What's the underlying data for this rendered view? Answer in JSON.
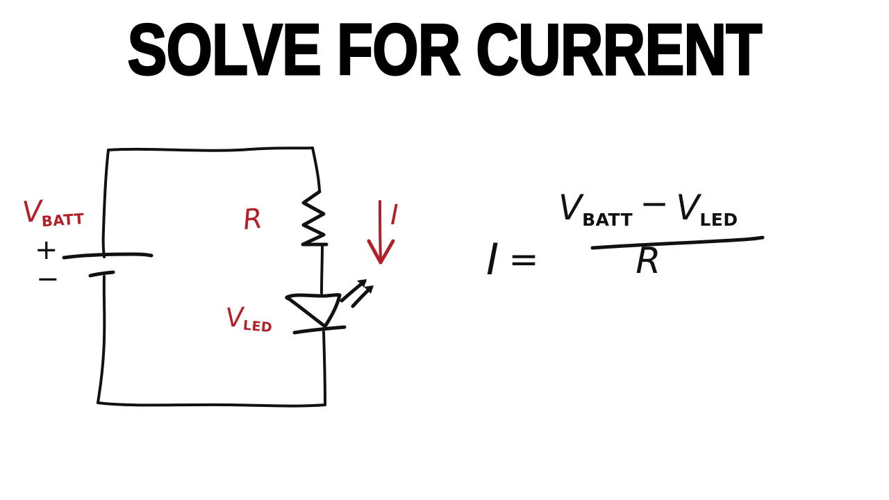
{
  "page": {
    "background_color": "#ffffff",
    "ink_color": "#111111",
    "accent_color": "#b2202a"
  },
  "title": {
    "text": "SOLVE FOR CURRENT"
  },
  "circuit": {
    "battery": {
      "label": "V",
      "label_subscript": "BATT",
      "positive_sign": "+",
      "negative_sign": "−"
    },
    "resistor": {
      "label": "R"
    },
    "led": {
      "label": "V",
      "label_subscript": "LED"
    },
    "current": {
      "label": "I",
      "arrow_direction": "down"
    }
  },
  "equation": {
    "lhs": "I",
    "equals": "=",
    "numerator": {
      "left_symbol": "V",
      "left_subscript": "BATT",
      "operator": "−",
      "right_symbol": "V",
      "right_subscript": "LED"
    },
    "denominator": {
      "symbol": "R"
    }
  }
}
